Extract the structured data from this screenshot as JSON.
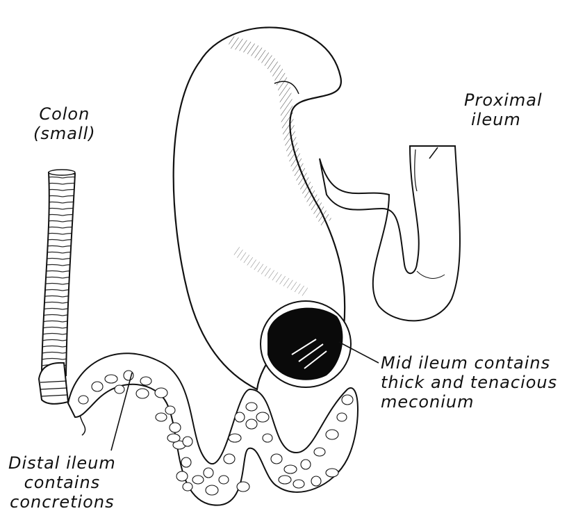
{
  "labels": {
    "colon": [
      "Colon",
      "(small)"
    ],
    "proximal": [
      "Proximal",
      "ileum"
    ],
    "mid": [
      "Mid ileum contains",
      "thick and tenacious",
      "meconium"
    ],
    "distal": [
      "Distal ileum",
      "contains",
      "concretions"
    ]
  },
  "colors": {
    "ink": "#111111",
    "paper": "#ffffff",
    "meconium": "#0a0a0a"
  }
}
